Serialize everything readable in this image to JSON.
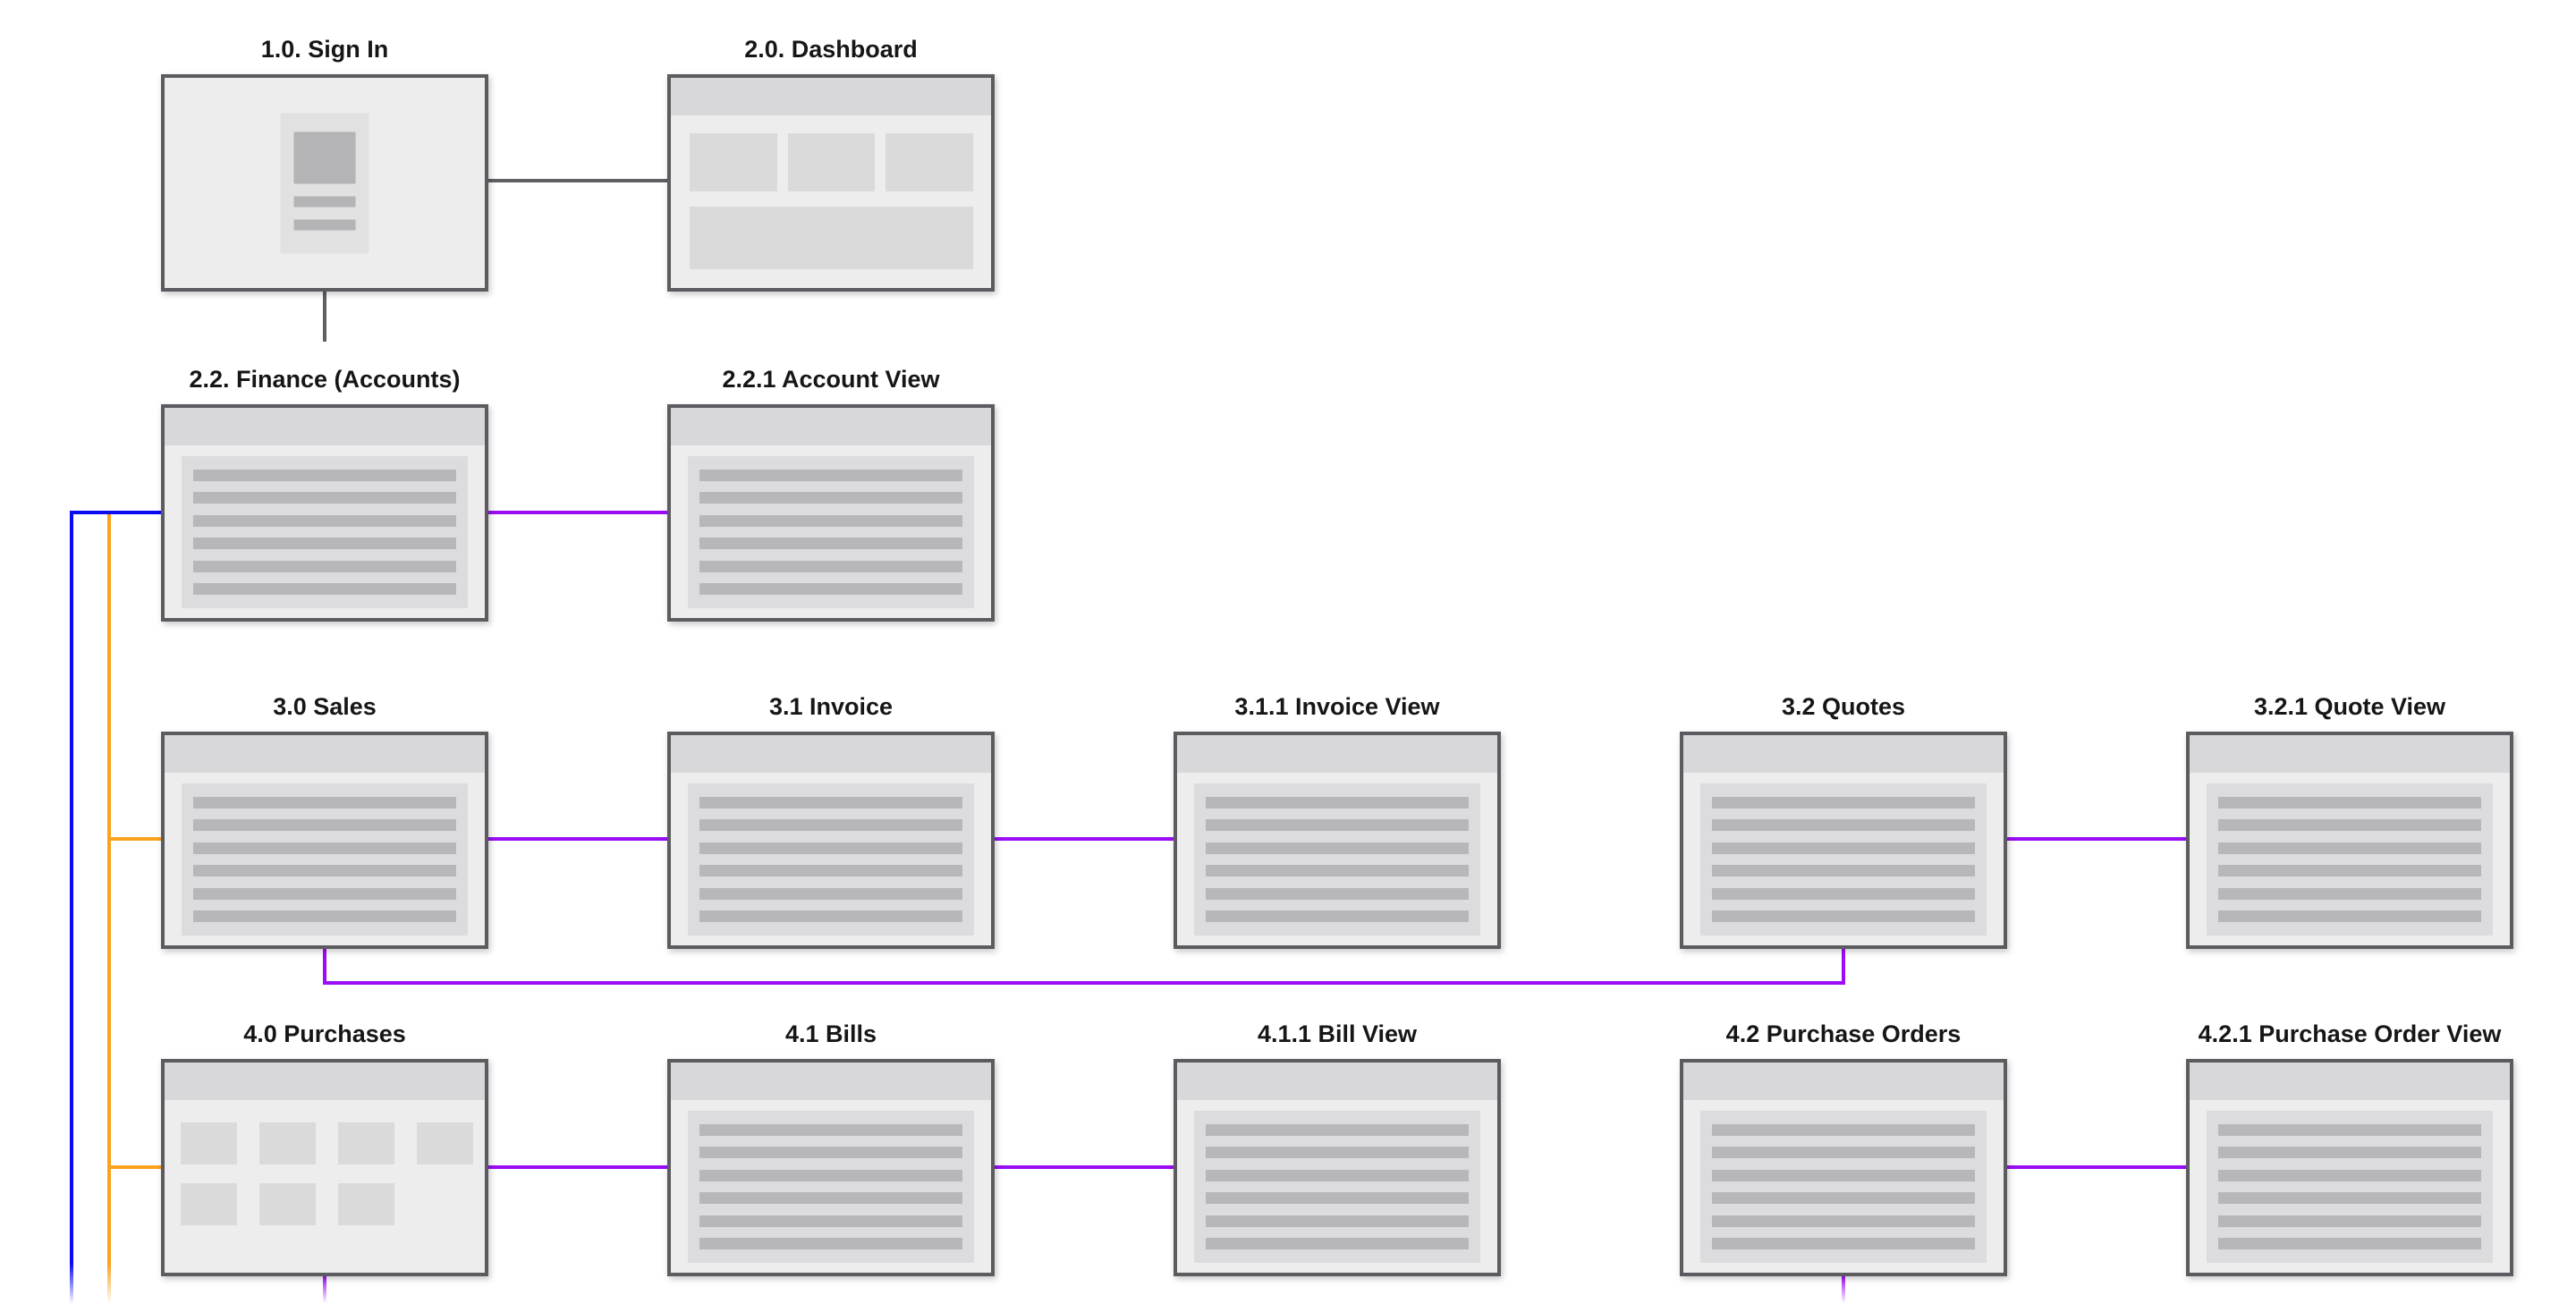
{
  "diagram": {
    "nodes": [
      {
        "id": "1.0",
        "label": "1.0. Sign In",
        "wireframe": "sign-in-form"
      },
      {
        "id": "2.0",
        "label": "2.0. Dashboard",
        "wireframe": "dashboard-cards"
      },
      {
        "id": "2.2",
        "label": "2.2. Finance (Accounts)",
        "wireframe": "list"
      },
      {
        "id": "2.2.1",
        "label": "2.2.1 Account View",
        "wireframe": "list"
      },
      {
        "id": "3.0",
        "label": "3.0 Sales",
        "wireframe": "list"
      },
      {
        "id": "3.1",
        "label": "3.1 Invoice",
        "wireframe": "list"
      },
      {
        "id": "3.1.1",
        "label": "3.1.1 Invoice View",
        "wireframe": "list"
      },
      {
        "id": "3.2",
        "label": "3.2 Quotes",
        "wireframe": "list"
      },
      {
        "id": "3.2.1",
        "label": "3.2.1 Quote View",
        "wireframe": "list"
      },
      {
        "id": "4.0",
        "label": "4.0 Purchases",
        "wireframe": "tile-grid"
      },
      {
        "id": "4.1",
        "label": "4.1 Bills",
        "wireframe": "list"
      },
      {
        "id": "4.1.1",
        "label": "4.1.1 Bill View",
        "wireframe": "list"
      },
      {
        "id": "4.2",
        "label": "4.2 Purchase Orders",
        "wireframe": "list"
      },
      {
        "id": "4.2.1",
        "label": "4.2.1 Purchase Order View",
        "wireframe": "list"
      }
    ],
    "edges": [
      {
        "from": "1.0",
        "to": "2.0",
        "color": "gray"
      },
      {
        "from": "1.0",
        "to": "2.2",
        "color": "gray"
      },
      {
        "from": "2.2",
        "to": "2.2.1",
        "color": "purple"
      },
      {
        "from": "2.2",
        "to": "offscreen-bottom",
        "color": "blue"
      },
      {
        "from": "2.2",
        "to": "3.0",
        "color": "orange"
      },
      {
        "from": "2.2",
        "to": "4.0",
        "color": "orange"
      },
      {
        "from": "2.2",
        "to": "offscreen-bottom",
        "color": "orange"
      },
      {
        "from": "3.0",
        "to": "3.1",
        "color": "purple"
      },
      {
        "from": "3.1",
        "to": "3.1.1",
        "color": "purple"
      },
      {
        "from": "3.0",
        "to": "3.2",
        "color": "purple"
      },
      {
        "from": "3.2",
        "to": "3.2.1",
        "color": "purple"
      },
      {
        "from": "4.0",
        "to": "4.1",
        "color": "purple"
      },
      {
        "from": "4.1",
        "to": "4.1.1",
        "color": "purple"
      },
      {
        "from": "4.2",
        "to": "4.2.1",
        "color": "purple"
      },
      {
        "from": "4.0",
        "to": "offscreen-bottom",
        "color": "purple"
      },
      {
        "from": "4.2",
        "to": "offscreen-bottom",
        "color": "purple"
      }
    ],
    "colors": {
      "canvas_background": "#ffffff",
      "box_border": "#5c5c60",
      "box_fill": "#ededee",
      "titlebar_fill": "#d8d8da",
      "panel_fill": "#dcdcde",
      "stripe_fill": "#b7b7b9",
      "tile_fill": "#dadadb",
      "signin_card_fill": "#e1e1e2",
      "signin_glyph_fill": "#b4b4b6",
      "label_text": "#161616",
      "connector_gray": "#606064",
      "connector_blue": "#0a0af2",
      "connector_orange": "#faa21e",
      "connector_purple": "#9b0df5"
    }
  }
}
